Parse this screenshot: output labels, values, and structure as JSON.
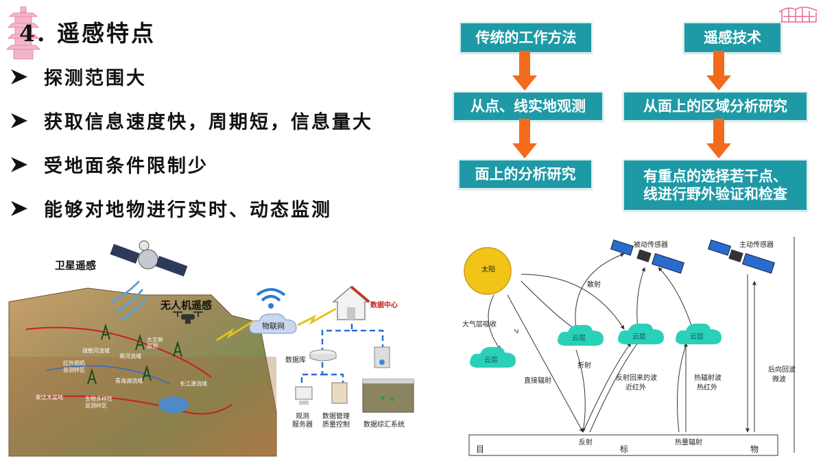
{
  "header": {
    "title_number": "4.",
    "title_text": "遥感特点",
    "logo_icon": "pagoda-icon",
    "corner_icon": "temple-roof-icon"
  },
  "bullets": [
    "探测范围大",
    "获取信息速度快，周期短，信息量大",
    "受地面条件限制少",
    "能够对地物进行实时、动态监测"
  ],
  "flowchart": {
    "left_column": [
      "传统的工作方法",
      "从点、线实地观测",
      "面上的分析研究"
    ],
    "right_column": [
      "遥感技术",
      "从面上的区域分析研究",
      "有重点的选择若干点、",
      "线进行野外验证和检查"
    ],
    "box_color": "#1e9aa6",
    "arrow_color": "#f26a1b"
  },
  "illustration": {
    "satellite_label": "卫星遥感",
    "drone_label": "无人机遥感",
    "iot_label": "物联网",
    "data_center_label": "数据中心",
    "database_label": "数据库",
    "server_label_1": "观测",
    "server_label_2": "服务器",
    "quality_label_1": "数据管理",
    "quality_label_2": "质量控制",
    "system_label": "数据综汇系统",
    "map_labels": [
      "疏勒河流域",
      "黑河流域",
      "红外相机",
      "监测样区",
      "大文新",
      "监测",
      "青海湖流域",
      "生物多样性",
      "监测样区",
      "柴达木盆地",
      "长江源流域"
    ]
  },
  "diagram": {
    "sun_label": "太阳",
    "passive_sensor": "被动传感器",
    "active_sensor": "主动传感器",
    "scatter": "散射",
    "absorption": "大气层吸收",
    "cloud": "云层",
    "refraction": "折射",
    "direct": "直接辐射",
    "reflected_1": "反射回来的波",
    "reflected_2": "近红外",
    "thermal_1": "热辐射波",
    "thermal_2": "热红外",
    "backscatter_1": "后向回波",
    "backscatter_2": "微波",
    "reflect": "反射",
    "heat": "热量辐射",
    "target": [
      "目",
      "标",
      "物"
    ]
  }
}
